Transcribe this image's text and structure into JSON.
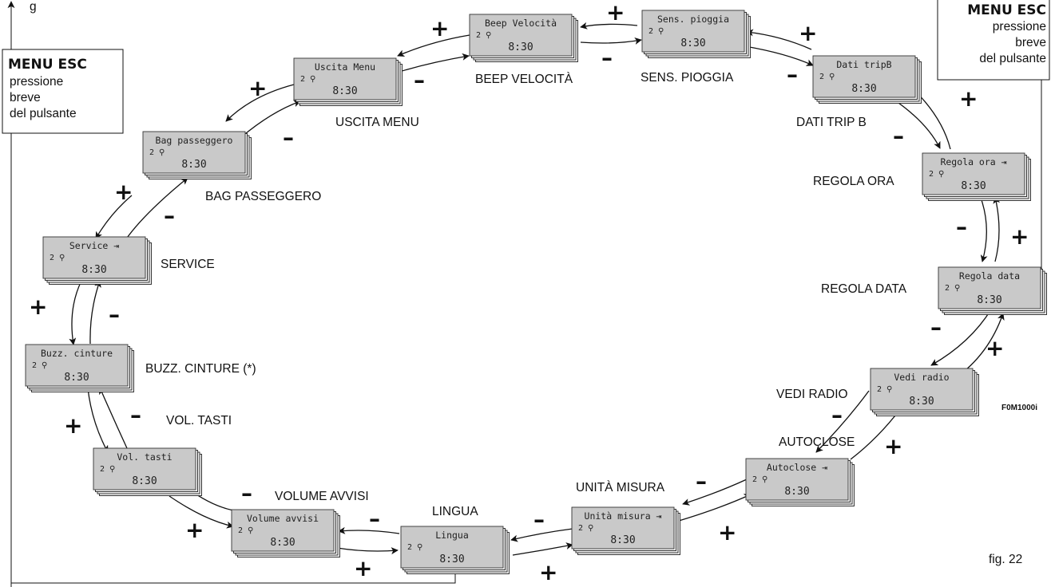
{
  "note_left": {
    "title": "MENU ESC",
    "lines": [
      "pressione",
      "breve",
      "del pulsante"
    ]
  },
  "note_right": {
    "title": "MENU ESC",
    "lines": [
      "pressione",
      "breve",
      "del pulsante"
    ]
  },
  "plus_symbol": "+",
  "minus_symbol": "–",
  "left_top_text": "g",
  "figure_code": "F0M1000i",
  "figure_label": "fig. 22",
  "lcd_status_icon": "2 fuel-gauge-icon",
  "menu": [
    {
      "id": "beep_velocita",
      "display": "Beep Velocità",
      "time": "8:30",
      "caption": "BEEP VELOCITÀ"
    },
    {
      "id": "sens_pioggia",
      "display": "Sens. pioggia",
      "time": "8:30",
      "caption": "SENS. PIOGGIA"
    },
    {
      "id": "dati_trip_b",
      "display": "Dati tripB",
      "time": "8:30",
      "caption": "DATI TRIP B"
    },
    {
      "id": "regola_ora",
      "display": "Regola ora ⇥",
      "time": "8:30",
      "caption": "REGOLA ORA"
    },
    {
      "id": "regola_data",
      "display": "Regola data",
      "time": "8:30",
      "caption": "REGOLA DATA"
    },
    {
      "id": "vedi_radio",
      "display": "Vedi radio",
      "time": "8:30",
      "caption": "VEDI RADIO"
    },
    {
      "id": "autoclose",
      "display": "Autoclose ⇥",
      "time": "8:30",
      "caption": "AUTOCLOSE"
    },
    {
      "id": "unita_misura",
      "display": "Unità misura ⇥",
      "time": "8:30",
      "caption": "UNITÀ MISURA"
    },
    {
      "id": "lingua",
      "display": "Lingua",
      "time": "8:30",
      "caption": "LINGUA"
    },
    {
      "id": "volume_avvisi",
      "display": "Volume avvisi",
      "time": "8:30",
      "caption": "VOLUME AVVISI"
    },
    {
      "id": "vol_tasti",
      "display": "Vol. tasti",
      "time": "8:30",
      "caption": "VOL. TASTI"
    },
    {
      "id": "buzz_cinture",
      "display": "Buzz. cinture",
      "time": "8:30",
      "caption": "BUZZ. CINTURE (*)"
    },
    {
      "id": "service",
      "display": "Service ⇥",
      "time": "8:30",
      "caption": "SERVICE"
    },
    {
      "id": "bag_passeggero",
      "display": "Bag passeggero",
      "time": "8:30",
      "caption": "BAG PASSEGGERO"
    },
    {
      "id": "uscita_menu",
      "display": "Uscita Menu",
      "time": "8:30",
      "caption": "USCITA MENU"
    }
  ]
}
